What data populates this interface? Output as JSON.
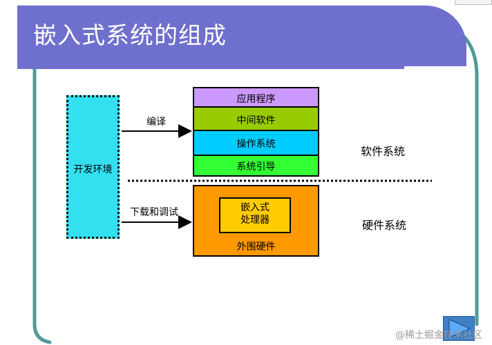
{
  "title": "嵌入式系统的组成",
  "diagram": {
    "dev_env": "开发环境",
    "compile": "编译",
    "download_debug": "下载和调试",
    "software_layers": [
      "应用程序",
      "中间软件",
      "操作系统",
      "系统引导"
    ],
    "software_system": "软件系统",
    "hardware_system": "硬件系统",
    "processor": "嵌入式\n处理器",
    "peripheral": "外围硬件"
  },
  "watermark": "@稀土掘金技术社区",
  "colors": {
    "title_bar": "#6f6fcd",
    "frame": "#4f9a9a",
    "dev_env": "#33e0f0",
    "app": "#cc99ff",
    "middleware": "#99cc00",
    "os": "#00ccff",
    "boot": "#33ff33",
    "hardware": "#ff9900",
    "processor": "#ffcc00",
    "nav_button": "#3f7fc4"
  },
  "icons": [
    "next-slide-icon"
  ]
}
